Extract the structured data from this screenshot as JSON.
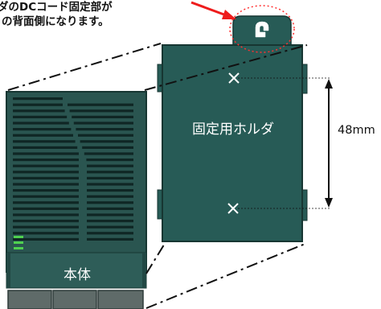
{
  "caption": {
    "line1": "ダのDCコード固定部が",
    "line2": "の背面側になります。"
  },
  "labels": {
    "holder": "固定用ホルダ",
    "body": "本体",
    "dimension": "48mm"
  },
  "colors": {
    "device_fill": "#2a5550",
    "device_stroke": "#173632",
    "holder_fill": "#275b56",
    "highlight_circle": "#ff3030",
    "arrow": "#ee1c1c",
    "led": "#4fd14f",
    "callout_line": "#111111"
  },
  "icons": {
    "marker": "x-mark-icon",
    "hook": "cord-hook-icon"
  }
}
